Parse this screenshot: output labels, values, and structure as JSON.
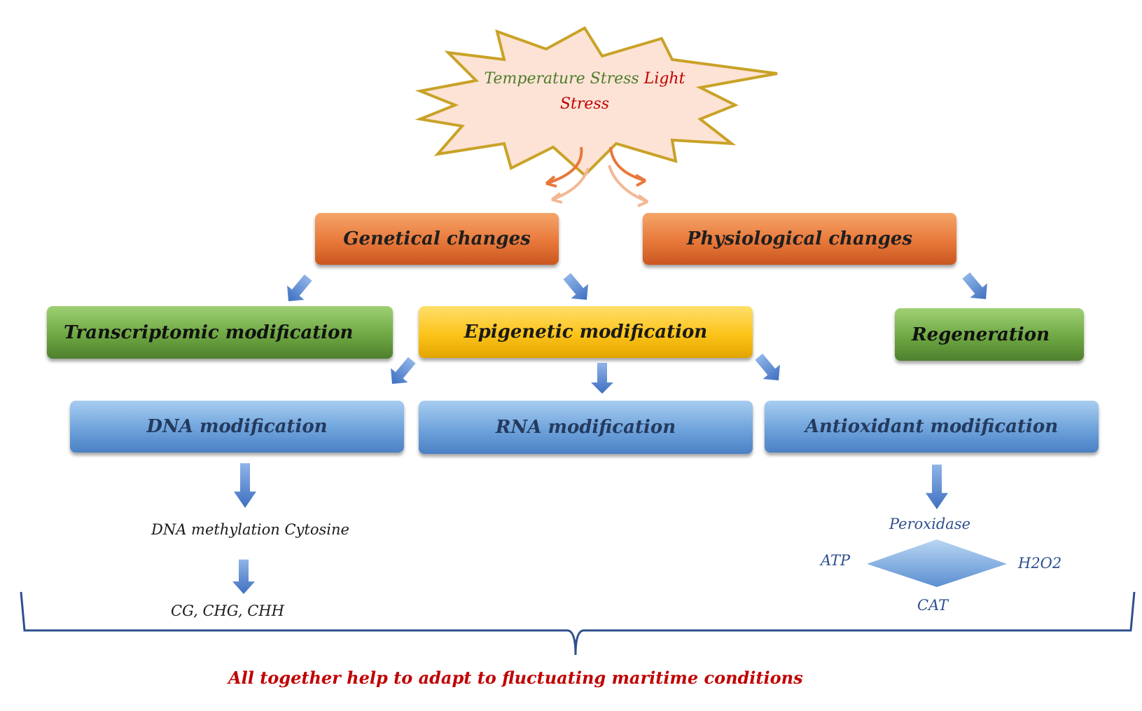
{
  "stress": {
    "temperature": "Temperature Stress",
    "light_line1": "Light",
    "light_line2": "Stress"
  },
  "level1": {
    "genetical": "Genetical changes",
    "physiological": "Physiological changes"
  },
  "level2": {
    "transcriptomic": "Transcriptomic modification",
    "epigenetic": "Epigenetic modification",
    "regeneration": "Regeneration"
  },
  "level3": {
    "dna": "DNA modification",
    "rna": "RNA modification",
    "antioxidant": "Antioxidant modification"
  },
  "dna_branch": {
    "methylation": "DNA methylation Cytosine",
    "contexts": "CG, CHG, CHH"
  },
  "antioxidant_branch": {
    "peroxidase": "Peroxidase",
    "atp": "ATP",
    "h2o2": "H2O2",
    "cat": "CAT"
  },
  "conclusion": "All together help to adapt to fluctuating maritime conditions",
  "colors": {
    "stress_green": "#4e7d2c",
    "stress_red": "#c00000",
    "burst_fill": "#fde3d6",
    "burst_stroke": "#c9a227",
    "arrow_blue": "#4a78c4",
    "brace": "#2e4f8f",
    "conclusion_red": "#c00000"
  }
}
